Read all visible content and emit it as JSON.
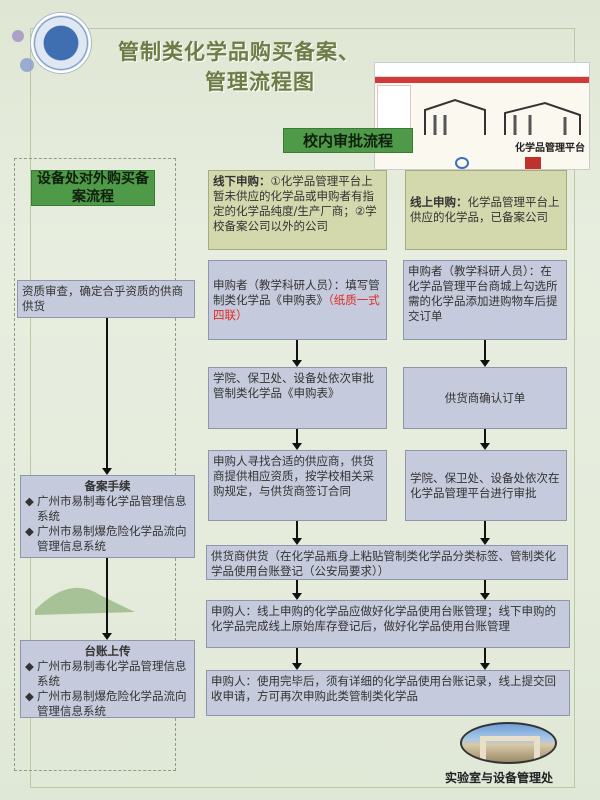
{
  "title": {
    "line1": "管制类化学品购买备案、",
    "line2": "管理流程图"
  },
  "platform_caption": "化学品管理平台",
  "internal_header": "校内审批流程",
  "external_header": "设备处对外购买备案流程",
  "external": {
    "qualification": "资质审查，确定合乎资质的供商供货",
    "filing": {
      "title": "备案手续",
      "items": [
        "广州市易制毒化学品管理信息系统",
        "广州市易制爆危险化学品流向管理信息系统"
      ]
    },
    "ledger": {
      "title": "台账上传",
      "items": [
        "广州市易制毒化学品管理信息系统",
        "广州市易制爆危险化学品流向管理信息系统"
      ]
    }
  },
  "offline": {
    "head_label": "线下申购：",
    "head_text": "①化学品管理平台上暂未供应的化学品或申购者有指定的化学品纯度/生产厂商；②学校备案公司以外的公司",
    "step1": "申购者（教学科研人员）：填写管制类化学品《申购表》",
    "step1_red": "（纸质一式四联）",
    "step2": "学院、保卫处、设备处依次审批管制类化学品《申购表》",
    "step3": "申购人寻找合适的供应商，供货商提供相应资质，按学校相关采购规定，与供货商签订合同"
  },
  "online": {
    "head_label": "线上申购：",
    "head_text": "化学品管理平台上供应的化学品，已备案公司",
    "step1": "申购者（教学科研人员）：在化学品管理平台商城上勾选所需的化学品添加进购物车后提交订单",
    "step2": "供货商确认订单",
    "step3": "学院、保卫处、设备处依次在化学品管理平台进行审批"
  },
  "common": [
    "供货商供货（在化学品瓶身上粘贴管制类化学品分类标签、管制类化学品使用台账登记（公安局要求））",
    "申购人：线上申购的化学品应做好化学品使用台账管理；线下申购的化学品完成线上原始库存登记后，做好化学品使用台账管理",
    "申购人：使用完毕后，须有详细的化学品使用台账记录，线上提交回收申请，方可再次申购此类管制类化学品"
  ],
  "footer": "实验室与设备管理处",
  "icons": {
    "bullet": "diamond-bullet-icon"
  }
}
